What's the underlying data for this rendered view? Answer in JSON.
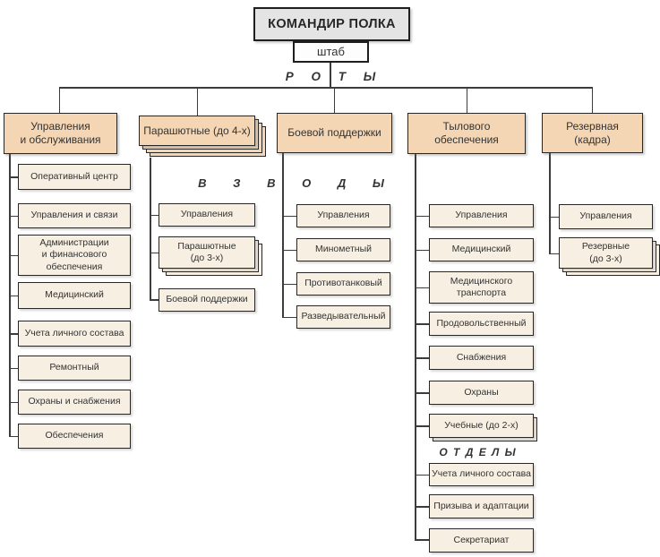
{
  "diagram": {
    "commander": "КОМАНДИР ПОЛКА",
    "staff": "штаб",
    "levels": {
      "companies": "Р О Т Ы",
      "platoons": "В З В О Д Ы",
      "departments": "О Т Д Е Л Ы"
    },
    "colors": {
      "commander_fill": "#e4e4e4",
      "staff_fill": "#fdfdfd",
      "company_header_fill": "#f5d6b4",
      "unit_fill": "#f6efe2",
      "border": "#262626",
      "line": "#3c3c3c",
      "text": "#333333"
    },
    "columns": [
      {
        "header": "Управления\nи обслуживания",
        "children": [
          "Оперативный центр",
          "Управления и связи",
          "Администрации\nи финансового\nобеспечения",
          "Медицинский",
          "Учета личного состава",
          "Ремонтный",
          "Охраны и снабжения",
          "Обеспечения"
        ]
      },
      {
        "header": "Парашютные (до 4-х)",
        "children": [
          "Управления",
          "Парашютные\n(до 3-х)",
          "Боевой поддержки"
        ]
      },
      {
        "header": "Боевой поддержки",
        "children": [
          "Управления",
          "Минометный",
          "Противотанковый",
          "Разведывательный"
        ]
      },
      {
        "header": "Тылового\nобеспечения",
        "children": [
          "Управления",
          "Медицинский",
          "Медицинского\nтранспорта",
          "Продовольственный",
          "Снабжения",
          "Охраны",
          "Учебные  (до 2-х)",
          "Учета личного состава",
          "Призыва и адаптации",
          "Секретариат"
        ]
      },
      {
        "header": "Резервная\n(кадра)",
        "children": [
          "Управления",
          "Резервные\n(до 3-х)"
        ]
      }
    ]
  }
}
